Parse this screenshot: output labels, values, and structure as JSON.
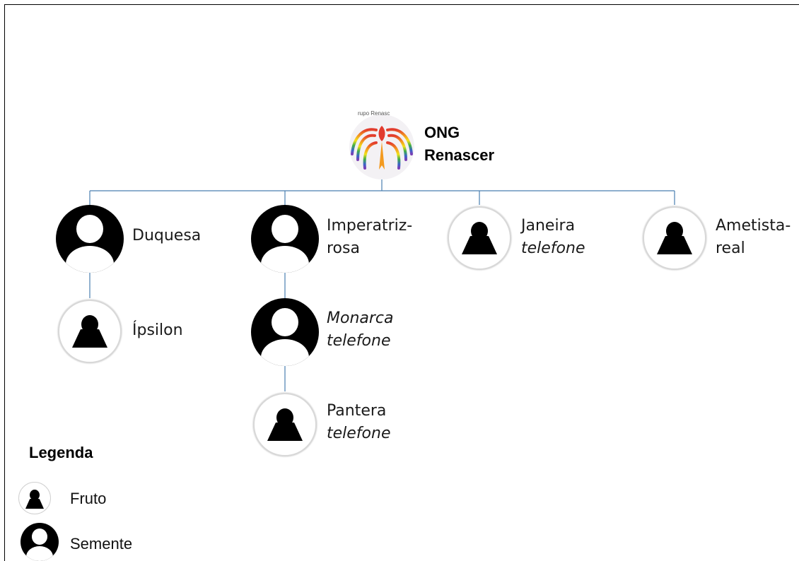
{
  "diagram": {
    "root": {
      "title_line1": "ONG",
      "title_line2": "Renascer",
      "logo_text": "rupo Renasc",
      "logo_icon": "phoenix-logo"
    },
    "members": [
      {
        "id": "duquesa",
        "type": "Semente",
        "name": "Duquesa",
        "phone": ""
      },
      {
        "id": "ipsilon",
        "type": "Fruto",
        "name": "Ípsilon",
        "phone": ""
      },
      {
        "id": "imperatriz",
        "type": "Semente",
        "name_line1": "Imperatriz-",
        "name_line2": "rosa",
        "phone": ""
      },
      {
        "id": "monarca",
        "type": "Semente",
        "name": "Monarca",
        "phone": "telefone"
      },
      {
        "id": "pantera",
        "type": "Fruto",
        "name": "Pantera",
        "phone": "telefone"
      },
      {
        "id": "janeira",
        "type": "Fruto",
        "name": "Janeira",
        "phone": "telefone"
      },
      {
        "id": "ametista",
        "type": "Fruto",
        "name_line1": "Ametista-",
        "name_line2": "real",
        "phone": ""
      }
    ]
  },
  "legend": {
    "title": "Legenda",
    "fruit_label": "Fruto",
    "seed_label": "Semente",
    "fruit_icon": "person-outline-icon",
    "seed_icon": "person-filled-icon"
  },
  "colors": {
    "connector": "#4a7fb0",
    "icon": "#000000"
  }
}
